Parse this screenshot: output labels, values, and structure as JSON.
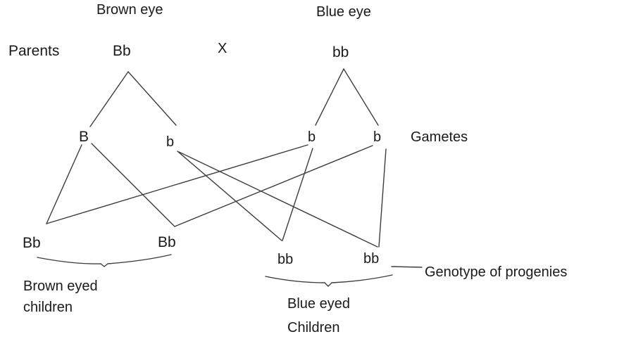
{
  "colors": {
    "background": "#ffffff",
    "text": "#1a1a1a",
    "line": "#3d3d3d"
  },
  "headings": {
    "parent1_phenotype": "Brown eye",
    "parent2_phenotype": "Blue eye"
  },
  "row_labels": {
    "parents": "Parents",
    "gametes": "Gametes",
    "genotype_of_progenies": "Genotype of progenies"
  },
  "parents": {
    "parent1_genotype": "Bb",
    "cross_symbol": "X",
    "parent2_genotype": "bb"
  },
  "gametes": {
    "parent1_allele1": "B",
    "parent1_allele2": "b",
    "parent2_allele1": "b",
    "parent2_allele2": "b"
  },
  "progenies": {
    "child1": "Bb",
    "child2": "Bb",
    "child3": "bb",
    "child4": "bb"
  },
  "captions": {
    "brown_children_line1": "Brown eyed",
    "brown_children_line2": "children",
    "blue_children_line1": "Blue eyed",
    "blue_children_line2": "Children"
  }
}
